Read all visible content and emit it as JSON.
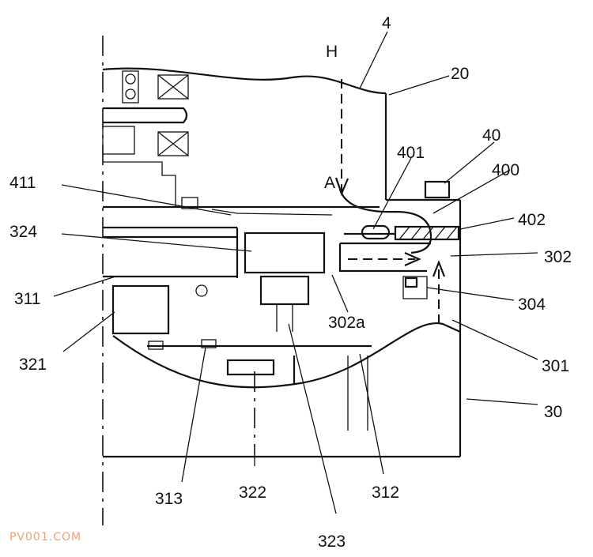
{
  "labels": {
    "l4": "4",
    "lH": "H",
    "l20": "20",
    "l40": "40",
    "l401": "401",
    "l400": "400",
    "l411": "411",
    "lA": "A",
    "l324": "324",
    "l402": "402",
    "l302": "302",
    "l311": "311",
    "l304": "304",
    "l302a": "302a",
    "l321": "321",
    "l301": "301",
    "l30": "30",
    "l313": "313",
    "l322": "322",
    "l312": "312",
    "l323": "323"
  },
  "watermark": {
    "text": "PV001.COM",
    "color": "#f0a070"
  },
  "colors": {
    "ink": "#111111",
    "background": "#ffffff"
  }
}
